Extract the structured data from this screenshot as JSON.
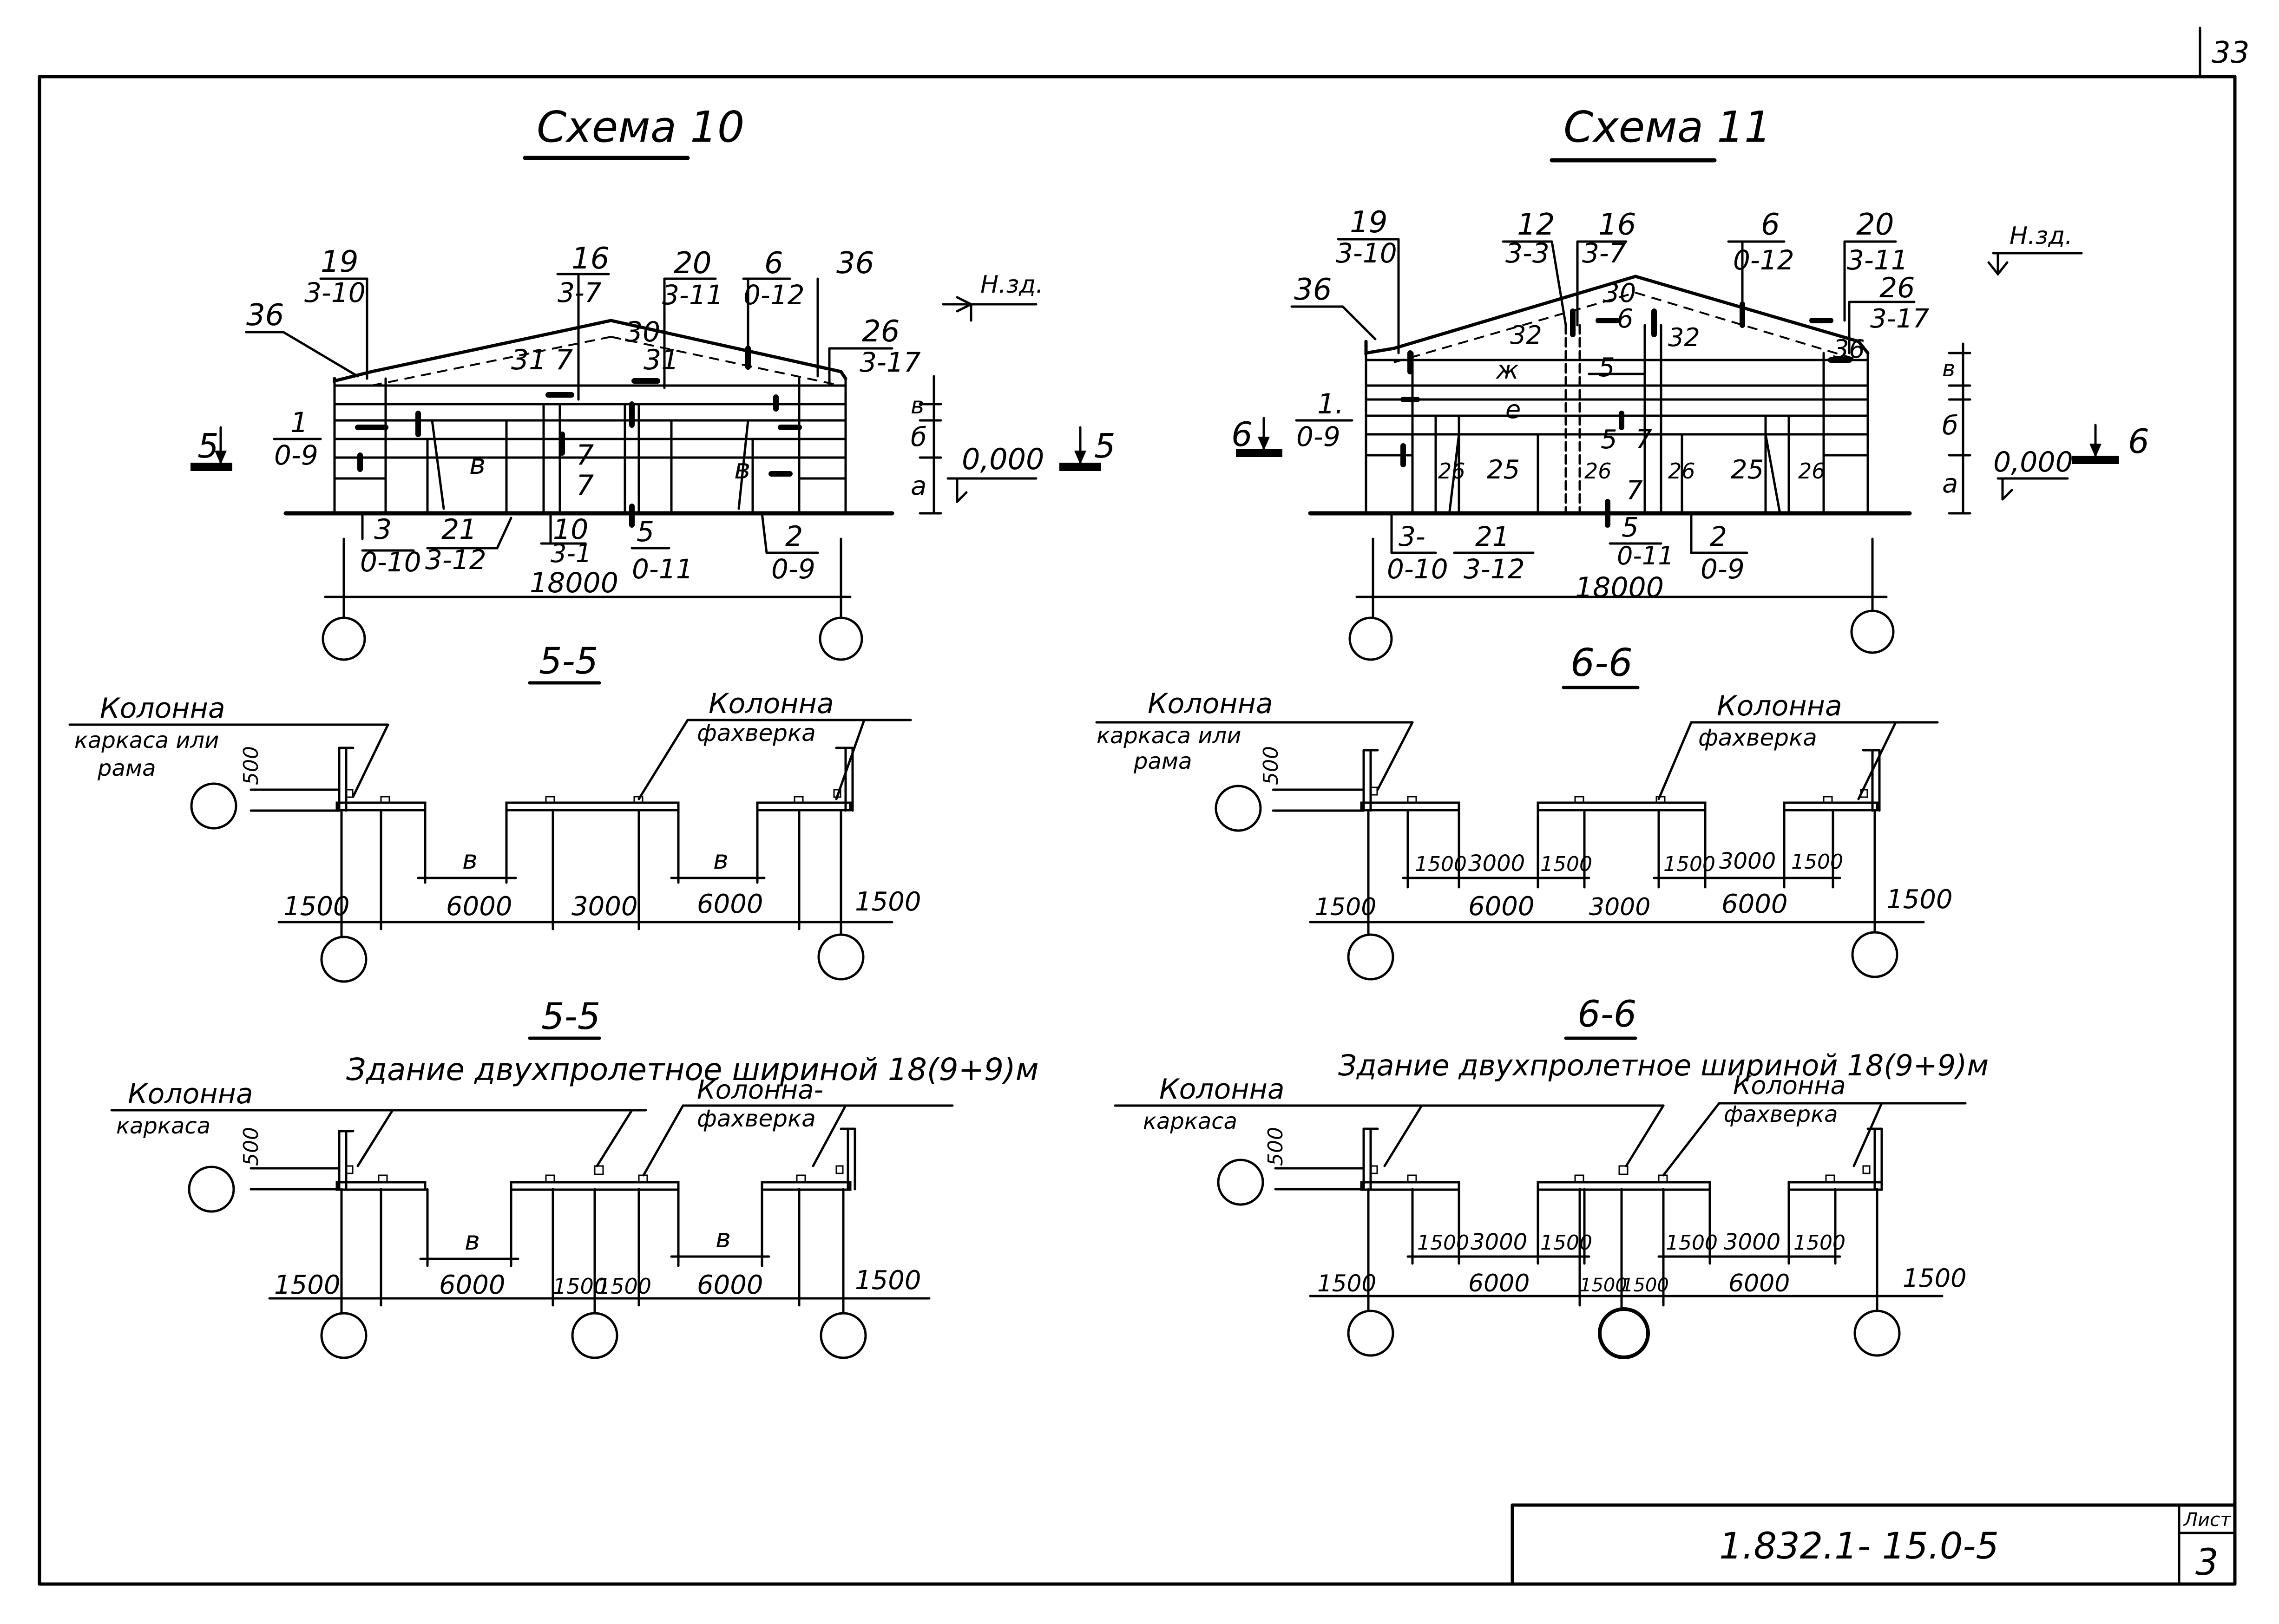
{
  "sheet": {
    "page_number": "33",
    "code": "1.832.1- 15.0-5",
    "sheet_label": "Лист",
    "sheet_number": "3"
  },
  "schema10": {
    "title": "Схема 10",
    "mark_19": "19",
    "mark_19_ref": "3-10",
    "mark_36": "36",
    "mark_16": "16",
    "mark_16_ref": "3-7",
    "mark_20": "20",
    "mark_20_ref": "3-11",
    "mark_6": "6",
    "mark_6_ref": "0-12",
    "mark_36b": "36",
    "mark_26": "26",
    "mark_26_ref": "3-17",
    "mark_30": "30",
    "mark_31a": "31",
    "mark_31b": "31",
    "mark_7a": "7",
    "mark_7b": "7",
    "mark_7c": "7",
    "mark_1": "1",
    "mark_1_ref": "0-9",
    "mark_v1": "в",
    "mark_v2": "в",
    "mark_3": "3",
    "mark_3_ref": "0-10",
    "mark_21": "21",
    "mark_21_ref": "3-12",
    "mark_10": "10",
    "mark_10_ref": "3-1",
    "mark_5": "5",
    "mark_5_ref": "0-11",
    "mark_2": "2",
    "mark_2_ref": "0-9",
    "span": "18000",
    "level_top": "Н.зд.",
    "level_zero": "0,000",
    "dim_a": "а",
    "dim_b": "б",
    "dim_v": "в",
    "cut": "5"
  },
  "schema11": {
    "title": "Схема 11",
    "mark_19": "19",
    "mark_19_ref": "3-10",
    "mark_12": "12",
    "mark_12_ref": "3-3",
    "mark_16": "16",
    "mark_16_ref": "3-7",
    "mark_6": "6",
    "mark_6_ref": "0-12",
    "mark_20": "20",
    "mark_20_ref": "3-11",
    "mark_26": "26",
    "mark_26_ref": "3-17",
    "mark_36": "36",
    "mark_36b": "36",
    "mark_30": "30",
    "mark_6b": "6",
    "mark_32a": "32",
    "mark_32b": "32",
    "mark_x": "ж",
    "mark_e": "е",
    "mark_5a": "5",
    "mark_5b": "5",
    "mark_7a": "7",
    "mark_7b": "7",
    "mark_25a": "25",
    "mark_25b": "25",
    "mark_26a": "26",
    "mark_26b": "26",
    "mark_26c": "26",
    "mark_26d": "26",
    "mark_1": "1.",
    "mark_1_ref": "0-9",
    "mark_3": "3-",
    "mark_3_ref": "0-10",
    "mark_21": "21",
    "mark_21_ref": "3-12",
    "mark_5": "5",
    "mark_5_ref": "0-11",
    "mark_2": "2",
    "mark_2_ref": "0-9",
    "span": "18000",
    "level_top": "Н.зд.",
    "level_zero": "0,000",
    "dim_a": "а",
    "dim_b": "б",
    "dim_v": "в",
    "cut": "6"
  },
  "section55_top": {
    "title": "5-5",
    "col_frame_label1": "Колонна",
    "col_frame_label2": "каркаса или",
    "col_frame_label3": "рама",
    "col_fachwerk_label1": "Колонна",
    "col_fachwerk_label2": "фахверка",
    "dim_500": "500",
    "dims": [
      "1500",
      "6000",
      "3000",
      "6000",
      "1500"
    ],
    "opening_a": "в",
    "opening_b": "в"
  },
  "section66_top": {
    "title": "6-6",
    "col_frame_label1": "Колонна",
    "col_frame_label2": "каркаса или",
    "col_frame_label3": "рама",
    "col_fachwerk_label1": "Колонна",
    "col_fachwerk_label2": "фахверка",
    "dim_500": "500",
    "dims": [
      "1500",
      "6000",
      "3000",
      "6000",
      "1500"
    ],
    "subdims_left": [
      "1500",
      "3000",
      "1500"
    ],
    "subdims_right": [
      "1500",
      "3000",
      "1500"
    ]
  },
  "section55_bottom": {
    "title": "5-5",
    "subtitle": "Здание двухпролетное шириной 18(9+9)м",
    "col_frame_label1": "Колонна",
    "col_frame_label2": "каркаса",
    "col_fachwerk_label1": "Колонна-",
    "col_fachwerk_label2": "фахверка",
    "dim_500": "500",
    "dims": [
      "1500",
      "6000",
      "1500",
      "1500",
      "6000",
      "1500"
    ],
    "opening_a": "в",
    "opening_b": "в"
  },
  "section66_bottom": {
    "title": "6-6",
    "subtitle": "Здание двухпролетное шириной 18(9+9)м",
    "col_frame_label1": "Колонна",
    "col_frame_label2": "каркаса",
    "col_fachwerk_label1": "Колонна",
    "col_fachwerk_label2": "фахверка",
    "dim_500": "500",
    "dims": [
      "1500",
      "6000",
      "1500",
      "1500",
      "6000",
      "1500"
    ],
    "subdims_left": [
      "1500",
      "3000",
      "1500"
    ],
    "subdims_right": [
      "1500",
      "3000",
      "1500"
    ]
  }
}
